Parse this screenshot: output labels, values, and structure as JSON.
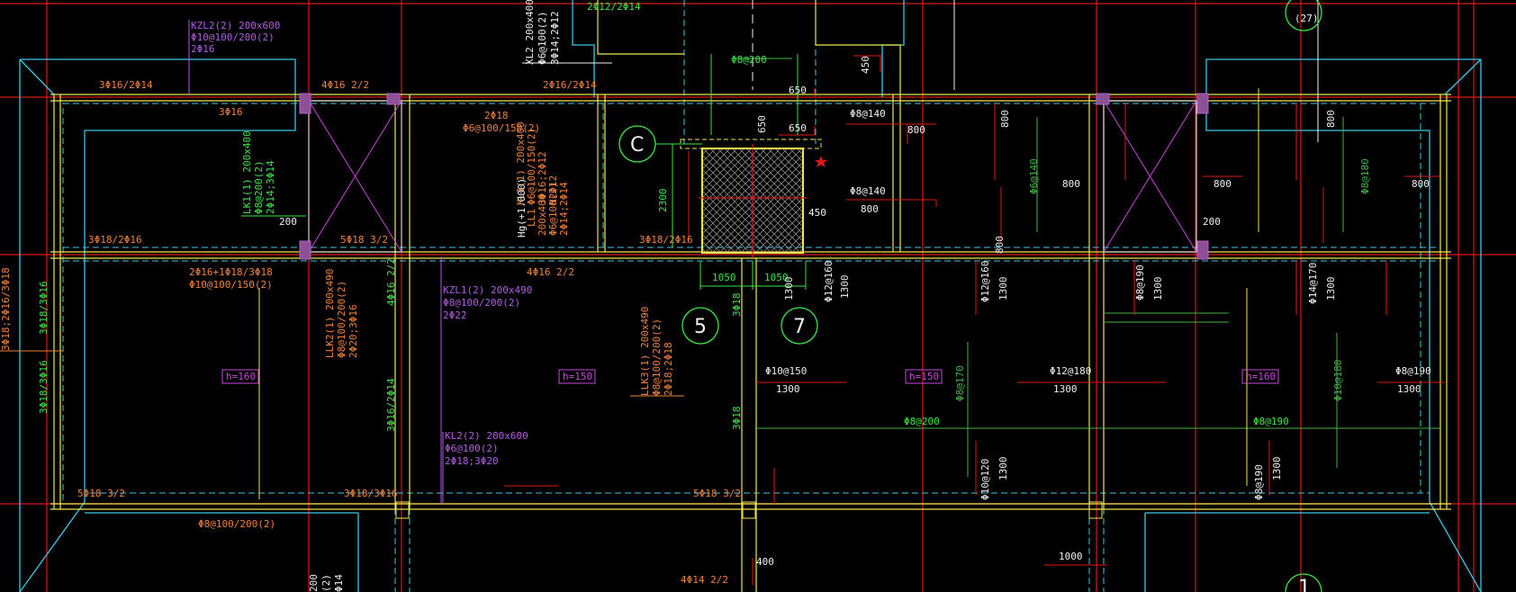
{
  "title": "",
  "colors": {
    "background": "#000000",
    "axis_red": "#e01818",
    "cyan": "#3cc8e6",
    "yellow": "#f0e650",
    "white": "#f0f0f0",
    "green": "#3ce646",
    "magenta": "#c846dc",
    "orange": "#f0823c",
    "purple": "#b45ae6",
    "dim_green": "#46b446",
    "column": "#b464c8"
  },
  "axis_bubbles": {
    "c": "C",
    "n5": "5",
    "n7": "7",
    "n27": "(27)",
    "n1": "1"
  },
  "labels": {
    "kzl2_head": "KZL2(2) 200x600",
    "kzl2_stir": "Φ10@100/200(2)",
    "kzl2_bar": "2Φ16",
    "top_3f16_2f14_l": "3Φ16/2Φ14",
    "top_4f16_22": "4Φ16 2/2",
    "b_3f16": "3Φ16",
    "top_2f12_2f14": "2Φ12/2Φ14",
    "top_2f16_2f14": "2Φ16/2Φ14",
    "xl2_head": "XL2 200x400",
    "xl2_stir": "Φ6@100(2)",
    "xl2_bar": "3Φ14;2Φ12",
    "b_2f18": "2Φ18",
    "b_2f18_stir": "Φ6@100/150(2)",
    "lk1_head": "LK1(1) 200x400",
    "lk1_stir": "Φ8@200(2)",
    "lk1_bar": "2Φ14;3Φ14",
    "kl1_head": "KL1(1) 200x400",
    "kl1_stir": "Φ6@100/150(2)",
    "kl1_bar1": "3Φ16;2Φ12",
    "kl1_bar2": "N2Φ12",
    "ll1_head": "LL1",
    "ll1_size": "200x400",
    "ll1_stir": "Φ6@100(2)",
    "ll1_bar": "2Φ14;2Φ14",
    "hg_label": "Hg(+1.000)",
    "dim_2300": "2300",
    "dim_650a": "650",
    "dim_650b": "650",
    "dim_650c": "650",
    "dim_450a": "450",
    "dim_450b": "450",
    "f8_200_top": "Φ8@200",
    "f8_140_a": "Φ8@140",
    "f8_140_b": "Φ8@140",
    "dim_800_a": "800",
    "dim_800_b": "800",
    "dim_800_c": "800",
    "dim_800_d": "800",
    "dim_800_e": "800",
    "dim_800_f": "800",
    "dim_800_g": "800",
    "dim_800_h": "800",
    "f6_140": "Φ6@140",
    "f8_180_r": "Φ8@180",
    "dim_200_l": "200",
    "dim_200_r": "200",
    "b_3f18_2f16_l": "3Φ18/2Φ16",
    "b_5f18_32": "5Φ18 3/2",
    "b_3f18_2f16_c": "3Φ18/2Φ16",
    "b_4f16_22_mid": "4Φ16 2/2",
    "b_2f16_1f18_3f18": "2Φ16+1Φ18/3Φ18",
    "b_f10_stir": "Φ10@100/150(2)",
    "left_3f18_2f16_3f18": "3Φ18;2Φ16/3Φ18",
    "left_3f18_3f16_a": "3Φ18/3Φ16",
    "left_3f18_3f16_b": "3Φ18/3Φ16",
    "llk2_head": "LLK2(1) 200x490",
    "llk2_stir": "Φ8@100/200(2)",
    "llk2_bar": "2Φ20;3Φ16",
    "v_4f16_22": "4Φ16 2/2",
    "v_3f16_2f14": "3Φ16/2Φ14",
    "kzl1_head": "KZL1(2) 200x490",
    "kzl1_stir": "Φ8@100/200(2)",
    "kzl1_bar": "2Φ22",
    "dim_1050_a": "1050",
    "dim_1050_b": "1050",
    "v_3f18_a": "3Φ18",
    "v_1300_a": "1300",
    "v_f12_160": "Φ12@160",
    "v_1300_b": "1300",
    "llk3_head": "LLK3(1) 200x490",
    "llk3_stir": "Φ8@100/200(2)",
    "llk3_bar": "2Φ18;2Φ18",
    "h160_l": "h=160",
    "h150_c": "h=150",
    "h150_r": "h=150",
    "h160_r": "h=160",
    "f10_150": "Φ10@150",
    "dim_1300_c": "1300",
    "v_f12_160_r": "Φ12@160",
    "v_1300_d": "1300",
    "f12_180": "Φ12@180",
    "dim_1300_e": "1300",
    "v_f8_190_a": "Φ8@190",
    "v_1300_f": "1300",
    "v_f14_170": "Φ14@170",
    "v_1300_g": "1300",
    "f8_190_r": "Φ8@190",
    "dim_1300_h": "1300",
    "v_f8_170": "Φ8@170",
    "v_f10_180": "Φ10@180",
    "f8_200_mid": "Φ8@200",
    "f8_190_mid": "Φ8@190",
    "kl2_head": "KL2(2) 200x600",
    "kl2_stir": "Φ6@100(2)",
    "kl2_bar": "2Φ18;3Φ20",
    "v_3f18_b": "3Φ18",
    "v_f10_120": "Φ10@120",
    "v_1300_i": "1300",
    "v_f8_190_b": "Φ8@190",
    "v_1300_j": "1300",
    "b_5f18_32_l": "5Φ18 3/2",
    "b_3f18_3f16": "3Φ18/3Φ16",
    "b_5f18_32_c": "5Φ18 3/2",
    "b_f8_100_200": "Φ8@100/200(2)",
    "b_4f14_22": "4Φ14 2/2",
    "dim_400": "400",
    "dim_1000": "1000",
    "bot_frag1": "200",
    "bot_frag2": "(2)",
    "bot_frag3": "Φ14"
  }
}
